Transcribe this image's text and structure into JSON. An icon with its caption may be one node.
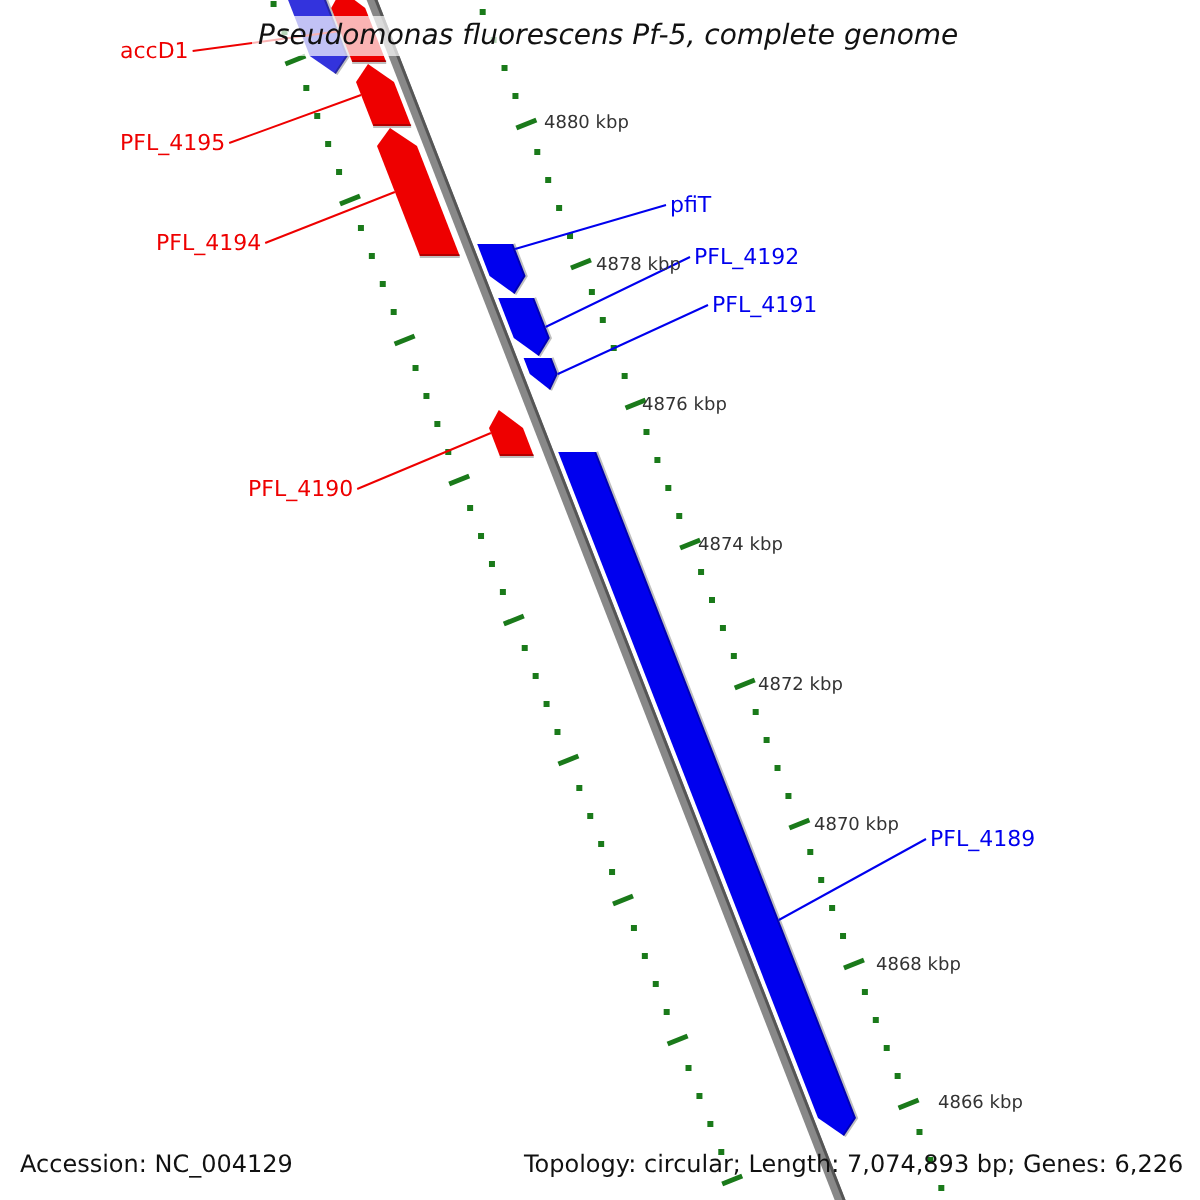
{
  "diagram": {
    "title": "Pseudomonas fluorescens Pf-5, complete genome",
    "nodes": [
      {
        "text": [
          "accD1"
        ]
      },
      {
        "text": [],
        "shape": "bar"
      },
      {
        "text": [],
        "shape": "bar"
      },
      {
        "text": [
          "PFL_4195"
        ]
      },
      {
        "text": [],
        "shape": "bar"
      },
      {
        "text": [
          "PFL_4194"
        ]
      },
      {
        "text": [],
        "shape": "bar"
      },
      {
        "text": [
          "pfiT"
        ]
      },
      {
        "text": [],
        "shape": "bar"
      },
      {
        "text": [
          "PFL_4192"
        ]
      },
      {
        "text": [],
        "shape": "bar"
      },
      {
        "text": [
          "PFL_4191"
        ]
      },
      {
        "text": [],
        "shape": "bar"
      },
      {
        "text": [
          "PFL_4190"
        ]
      },
      {
        "text": [],
        "shape": "bar"
      },
      {
        "text": [
          "PFL_4189"
        ]
      },
      {
        "text": [],
        "shape": "bar"
      }
    ],
    "edges": [
      {
        "from": 0,
        "to": 2,
        "arrow": "none"
      },
      {
        "from": 3,
        "to": 4,
        "arrow": "none"
      },
      {
        "from": 5,
        "to": 6,
        "arrow": "none"
      },
      {
        "from": 7,
        "to": 8,
        "arrow": "none",
        "color": "#0000ee"
      },
      {
        "from": 9,
        "to": 10,
        "arrow": "none",
        "color": "#0000ee"
      },
      {
        "from": 11,
        "to": 12,
        "arrow": "none",
        "color": "#0000ee"
      },
      {
        "from": 13,
        "to": 14,
        "arrow": "none"
      },
      {
        "from": 15,
        "to": 16,
        "arrow": "none",
        "color": "#0000ee"
      }
    ],
    "labels": [
      "4880 kbp",
      "4878 kbp",
      "4876 kbp",
      "4874 kbp",
      "4872 kbp",
      "4870 kbp",
      "4868 kbp",
      "4866 kbp",
      "Accession: NC_004129",
      "Topology: circular; Length: 7,074,893 bp; Genes: 6,226"
    ]
  }
}
